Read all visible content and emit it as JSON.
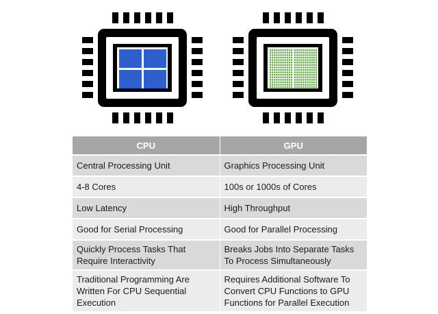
{
  "chips": [
    {
      "name": "cpu",
      "core_color": "#2f5fcc"
    },
    {
      "name": "gpu",
      "core_color": "#5aa838"
    }
  ],
  "table": {
    "headers": [
      "CPU",
      "GPU"
    ],
    "rows": [
      [
        "Central Processing Unit",
        "Graphics Processing Unit"
      ],
      [
        "4-8 Cores",
        "100s or 1000s of Cores"
      ],
      [
        "Low Latency",
        "High Throughput"
      ],
      [
        "Good for Serial Processing",
        "Good for Parallel Processing"
      ],
      [
        "Quickly Process Tasks That Require Interactivity",
        "Breaks Jobs Into Separate Tasks To Process Simultaneously"
      ],
      [
        "Traditional Programming Are Written For CPU Sequential Execution",
        "Requires Additional Software To Convert CPU Functions to GPU Functions for Parallel Execution"
      ]
    ]
  }
}
